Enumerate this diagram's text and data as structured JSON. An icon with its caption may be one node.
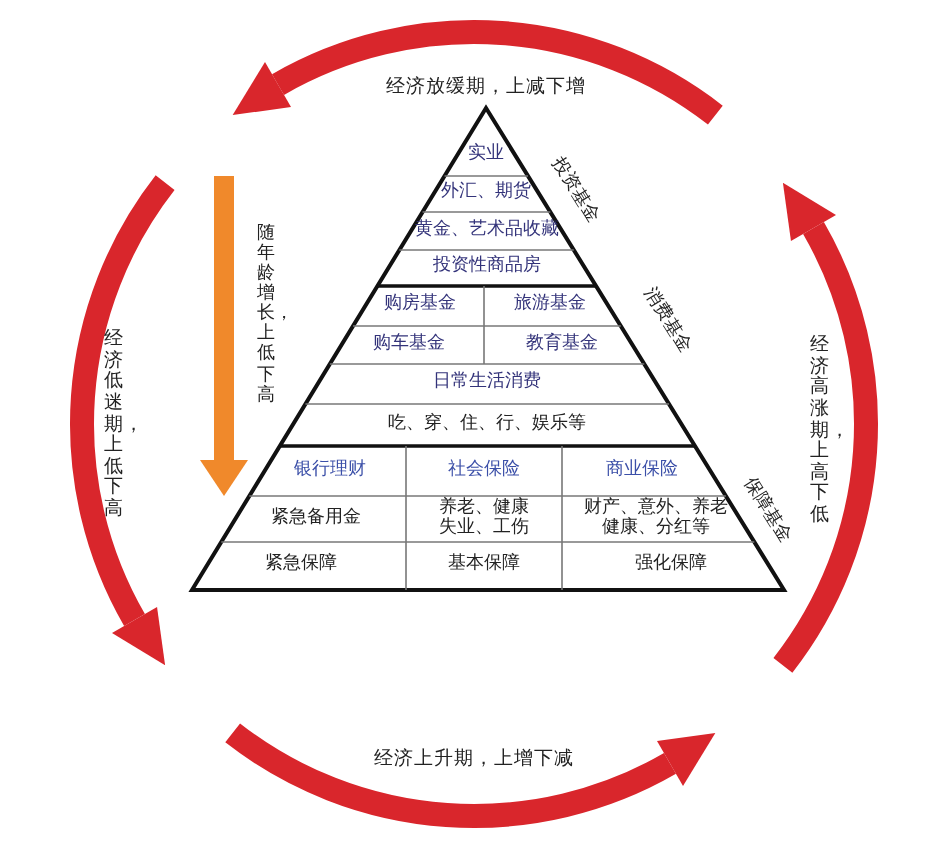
{
  "diagram": {
    "nodes": [
      {
        "text": [
          "实业"
        ]
      },
      {
        "text": [
          "外汇、期货"
        ]
      },
      {
        "text": [
          "黄金、艺术品收藏"
        ]
      },
      {
        "text": [
          "投资性商品房"
        ]
      },
      {
        "text": [
          "购房基金"
        ]
      },
      {
        "text": [
          "旅游基金"
        ]
      },
      {
        "text": [
          "购车基金"
        ]
      },
      {
        "text": [
          "教育基金"
        ]
      },
      {
        "text": [
          "日常生活消费"
        ]
      },
      {
        "text": [
          "吃、穿、住、行、娱乐等"
        ]
      },
      {
        "text": [
          "银行理财"
        ]
      },
      {
        "text": [
          "社会保险"
        ]
      },
      {
        "text": [
          "商业保险"
        ]
      },
      {
        "text": [
          "紧急备用金"
        ]
      },
      {
        "text": [
          "养老、健康失业、工伤"
        ]
      },
      {
        "text": [
          "财产、意外、养老健康、分红等"
        ]
      },
      {
        "text": [
          "紧急保障"
        ]
      },
      {
        "text": [
          "基本保障"
        ]
      },
      {
        "text": [
          "强化保障"
        ]
      }
    ],
    "labels": [
      "经济放缓期，上减下增",
      "随年龄增长，上低下高",
      "投资基金",
      "经济低迷期，上低下高",
      "消费基金",
      "经济高涨期，上高下低",
      "保障基金",
      "经济上升期，上增下减"
    ]
  }
}
